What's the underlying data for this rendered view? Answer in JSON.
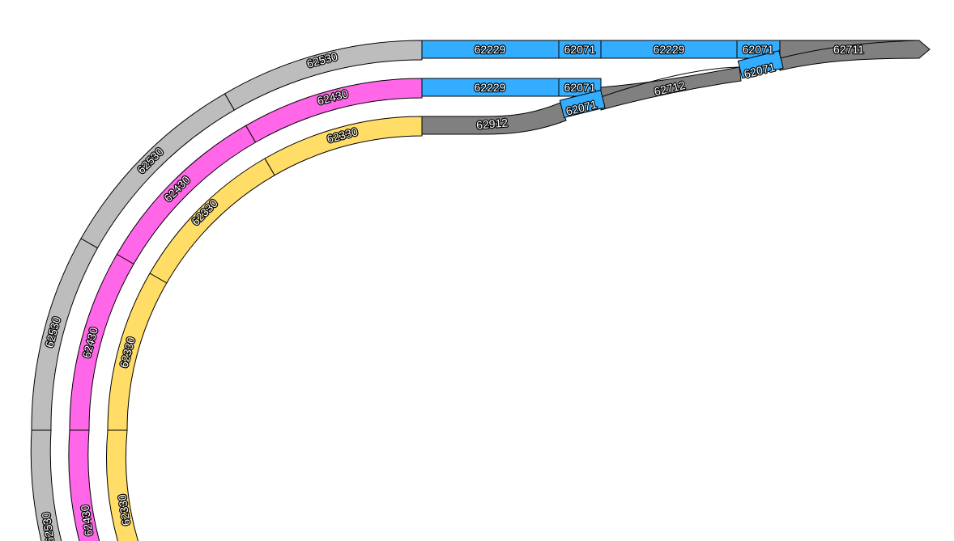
{
  "colors": {
    "curve_r5": "#bdbdbd",
    "curve_r4": "#ff66e8",
    "curve_r3": "#ffdd66",
    "straight": "#33adff",
    "turnout": "#808080",
    "outline": "#000000"
  },
  "pieces": {
    "outer_curve": "62530",
    "middle_curve": "62430",
    "inner_curve": "62330",
    "straight_long": "62229",
    "straight_short": "62071",
    "turnout_right": "62711",
    "turnout_left": "62712",
    "turnout_curved": "62912"
  }
}
